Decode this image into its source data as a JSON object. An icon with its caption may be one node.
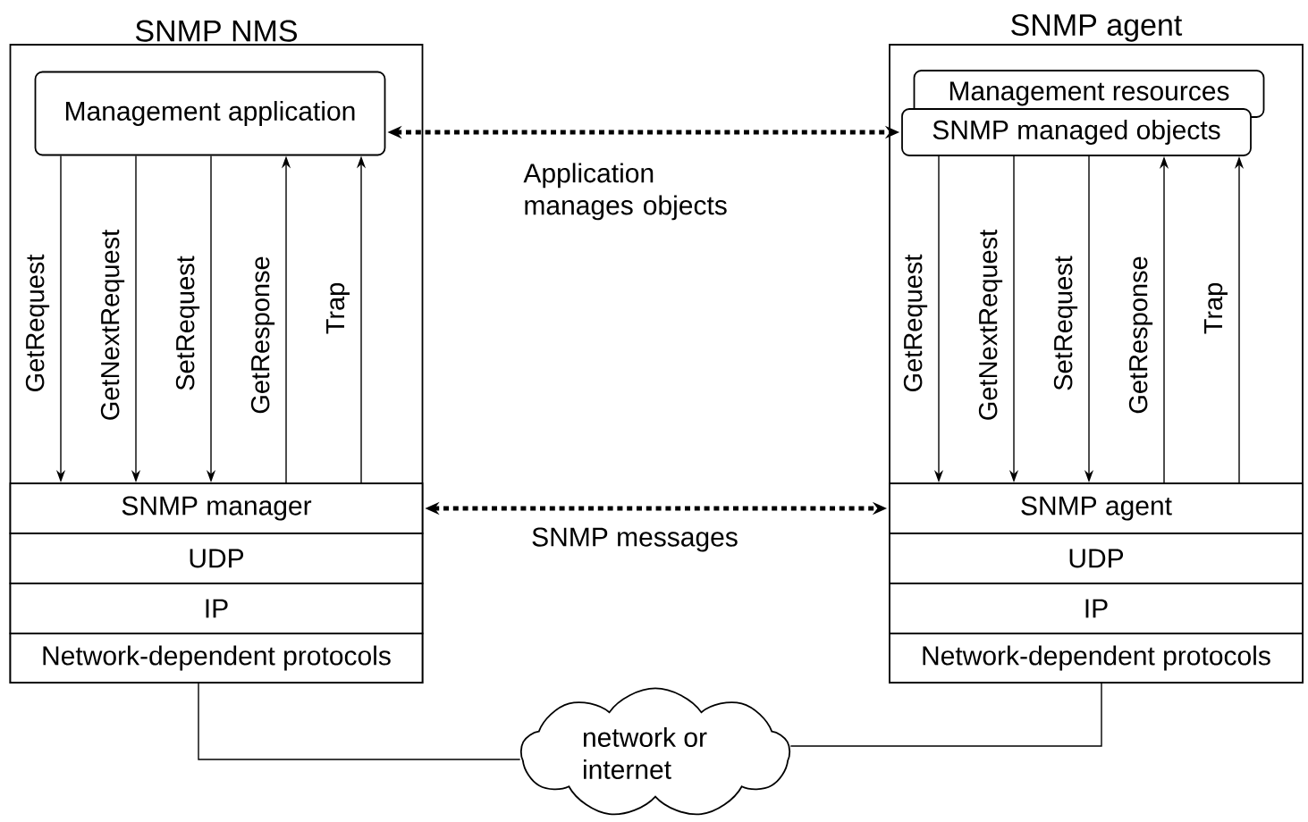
{
  "diagram": {
    "nodes": [
      {
        "text": [
          "SNMP NMS"
        ]
      },
      {
        "text": [
          "Management application"
        ],
        "in": 0
      },
      {
        "text": [
          "SNMP manager"
        ],
        "in": 0
      },
      {
        "text": [
          "UDP"
        ],
        "in": 0
      },
      {
        "text": [
          "IP"
        ],
        "in": 0
      },
      {
        "text": [
          "Network-dependent protocols"
        ],
        "in": 0
      },
      {
        "text": [
          "SNMP agent"
        ]
      },
      {
        "text": [
          "Management resources"
        ],
        "in": 6
      },
      {
        "text": [
          "SNMP managed objects"
        ],
        "in": 6
      },
      {
        "text": [
          "SNMP agent"
        ],
        "in": 6
      },
      {
        "text": [
          "UDP"
        ],
        "in": 6
      },
      {
        "text": [
          "IP"
        ],
        "in": 6
      },
      {
        "text": [
          "Network-dependent protocols"
        ],
        "in": 6
      },
      {
        "text": [
          "network or internet"
        ]
      }
    ],
    "edges": [
      {
        "from": 1,
        "to": 2,
        "arrow": "to",
        "label": "GetRequest"
      },
      {
        "from": 1,
        "to": 2,
        "arrow": "to",
        "label": "GetNextRequest"
      },
      {
        "from": 1,
        "to": 2,
        "arrow": "to",
        "label": "SetRequest"
      },
      {
        "from": 2,
        "to": 1,
        "arrow": "to",
        "label": "GetResponse"
      },
      {
        "from": 2,
        "to": 1,
        "arrow": "to",
        "label": "Trap"
      },
      {
        "from": 8,
        "to": 9,
        "arrow": "to",
        "label": "GetRequest"
      },
      {
        "from": 8,
        "to": 9,
        "arrow": "to",
        "label": "GetNextRequest"
      },
      {
        "from": 8,
        "to": 9,
        "arrow": "to",
        "label": "SetRequest"
      },
      {
        "from": 9,
        "to": 8,
        "arrow": "to",
        "label": "GetResponse"
      },
      {
        "from": 9,
        "to": 8,
        "arrow": "to",
        "label": "Trap"
      },
      {
        "from": 1,
        "to": 8,
        "arrow": "both",
        "style": "dashed",
        "label": "Application manages objects"
      },
      {
        "from": 2,
        "to": 9,
        "arrow": "both",
        "style": "dashed",
        "label": "SNMP messages"
      },
      {
        "from": 5,
        "to": 13,
        "arrow": "none"
      },
      {
        "from": 12,
        "to": 13,
        "arrow": "none"
      }
    ]
  }
}
